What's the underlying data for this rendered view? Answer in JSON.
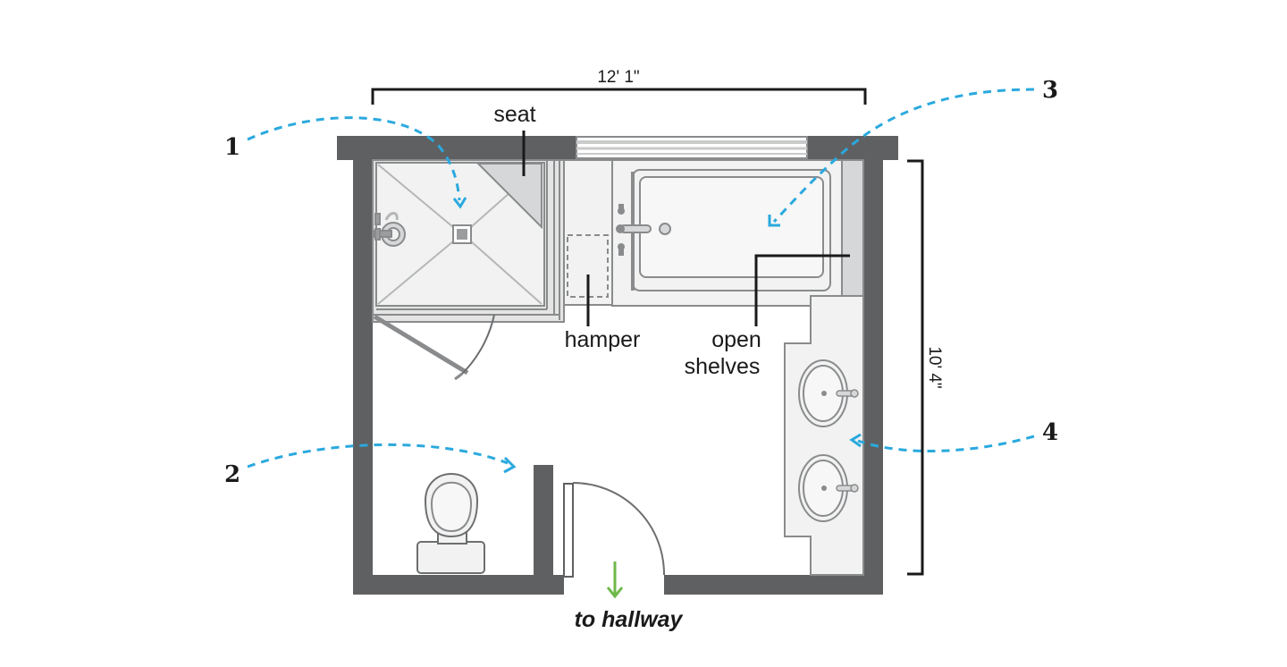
{
  "dimensions": {
    "width": "12' 1\"",
    "depth": "10' 4\""
  },
  "labels": {
    "seat": "seat",
    "hamper": "hamper",
    "open_shelves_line1": "open",
    "open_shelves_line2": "shelves",
    "to_hallway": "to hallway"
  },
  "callouts": [
    "1",
    "2",
    "3",
    "4"
  ],
  "colors": {
    "wall": "#5f6062",
    "fixture_fill": "#f1f2f1",
    "fixture_stroke": "#8a8b8d",
    "callout_arrow": "#2aa9de",
    "exit_arrow": "#6db94a",
    "seat_fill": "#d6d7d8"
  },
  "icons": {
    "shower_drain": "drain-icon",
    "toilet": "toilet-icon",
    "sinks": "sink-icon",
    "bathtub": "bathtub-icon",
    "exit": "arrow-down-icon"
  }
}
